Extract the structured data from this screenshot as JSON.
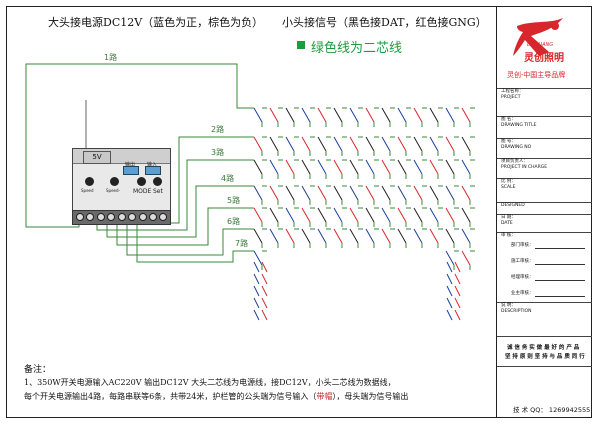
{
  "header": {
    "power": "大头接电源DC12V（蓝色为正，棕色为负）",
    "signal": "小头接信号（黑色接DAT，红色接GNG）",
    "green_note": "绿色线为二芯线"
  },
  "controller": {
    "voltage": "5V",
    "output_label": "输出",
    "input_label": "输入",
    "buttons": [
      "Speed",
      "Speed-",
      "MODE",
      "Set"
    ]
  },
  "wires": [
    "1路",
    "2路",
    "3路",
    "4路",
    "5路",
    "6路",
    "7路"
  ],
  "notes": {
    "title": "备注：",
    "line1": "1、350W开关电源输入AC220V      输出DC12V      大头二芯线为电源线，接DC12V，小头二芯线为数据线，",
    "line2_a": "每个开关电源输出4路，每路串联等6条，共带24米，护栏管的公头端为信号输入（",
    "line2_red": "带帽",
    "line2_b": "），母头端为信号输出"
  },
  "title_block": {
    "brand_en": "L-CHUANG",
    "brand_cn": "灵创照明",
    "slogan": "灵创·中国主导品牌",
    "project_cn": "工程名称：",
    "project_en": "PROJECT",
    "drawing_title_cn": "图 名：",
    "drawing_title_en": "DRAWING TITLE",
    "drawing_no_cn": "图 号：",
    "drawing_no_en": "DRAWING NO",
    "in_charge_cn": "项目负责人：",
    "in_charge_en": "PROJECT IN CHARGE",
    "scale_cn": "比 例：",
    "scale_en": "SCALE",
    "designed": "DESIGNED",
    "date_cn": "日 期：",
    "date_en": "DATE",
    "approve_title": "审 核：",
    "approvals": [
      "部门审核：",
      "施工审核：",
      "经理审核：",
      "业主审核："
    ],
    "desc_cn": "说 明：",
    "desc_en": "DESCRIPTION",
    "motto1": "诚 信  务 实    做 最 好 的 产 品",
    "motto2": "坚 持 原 则   坚 持 与 品 质 同 行",
    "phone": "技 术 QQ：   1269942555"
  }
}
